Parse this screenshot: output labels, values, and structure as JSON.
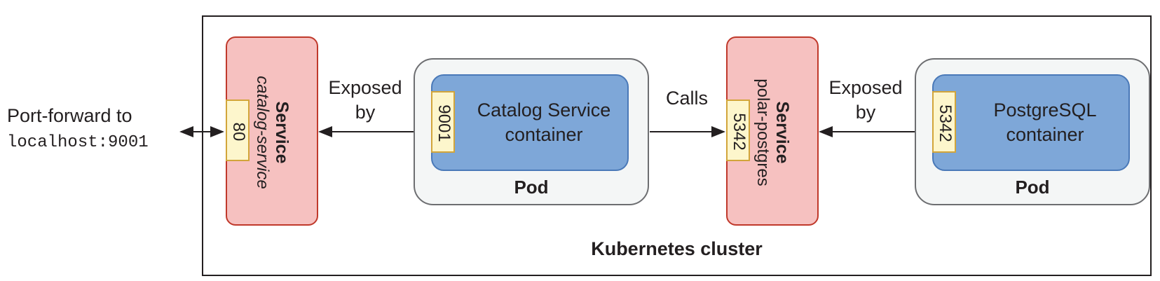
{
  "cluster": {
    "label": "Kubernetes cluster"
  },
  "port_forward": {
    "label": "Port-forward to",
    "address": "localhost:9001"
  },
  "service_catalog": {
    "title": "Service",
    "name": "catalog-service",
    "port": "80"
  },
  "pod_catalog": {
    "container_label": "Catalog Service container",
    "port": "9001",
    "pod_label": "Pod"
  },
  "service_postgres": {
    "title": "Service",
    "name": "polar-postgres",
    "port": "5342"
  },
  "pod_postgres": {
    "container_label": "PostgreSQL container",
    "port": "5342",
    "pod_label": "Pod"
  },
  "edges": {
    "exposed_by_1": "Exposed by",
    "calls": "Calls",
    "exposed_by_2": "Exposed by"
  },
  "colors": {
    "service_fill": "#f6c1c0",
    "service_border": "#c0392b",
    "pod_fill": "#f4f6f6",
    "container_fill": "#7ea7d8",
    "port_fill": "#fdf6cc",
    "port_border": "#d2a53a"
  }
}
